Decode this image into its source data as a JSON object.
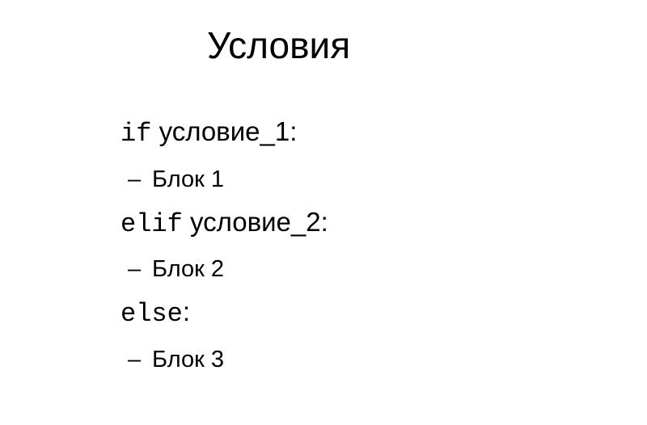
{
  "slide": {
    "title": "Условия",
    "lines": [
      {
        "keyword": "if",
        "text": " условие_1",
        "colon": ":"
      },
      {
        "bullet": "–",
        "text": "Блок 1"
      },
      {
        "keyword": "elif",
        "text": " условие_2",
        "colon": ":"
      },
      {
        "bullet": "–",
        "text": "Блок 2"
      },
      {
        "keyword": "else",
        "text": "",
        "colon": ":"
      },
      {
        "bullet": "–",
        "text": "Блок 3"
      }
    ]
  }
}
